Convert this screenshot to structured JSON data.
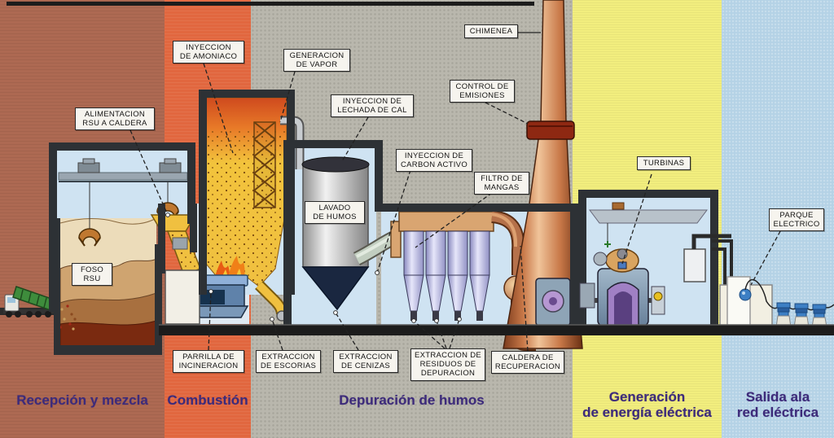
{
  "callouts": {
    "chimenea": "CHIMENEA",
    "amoniaco": "INYECCION\nDE AMONIACO",
    "vapor": "GENERACION\nDE VAPOR",
    "lechada": "INYECCION DE\nLECHADA DE CAL",
    "control_emisiones": "CONTROL DE\nEMISIONES",
    "alimentacion": "ALIMENTACION\nRSU A CALDERA",
    "carbon_activo": "INYECCION DE\nCARBON ACTIVO",
    "filtro_mangas": "FILTRO DE\nMANGAS",
    "turbinas": "TURBINAS",
    "parque_electrico": "PARQUE\nELECTRICO",
    "lavado_humos": "LAVADO\nDE HUMOS",
    "foso_rsu": "FOSO\nRSU",
    "parrilla": "PARRILLA DE\nINCINERACION",
    "escorias": "EXTRACCION\nDE ESCORIAS",
    "cenizas": "EXTRACCION\nDE CENIZAS",
    "residuos": "EXTRACCION DE\nRESIDUOS DE\nDEPURACION",
    "caldera_recuperacion": "CALDERA DE\nRECUPERACION"
  },
  "sections": {
    "recepcion": "Recepción y mezcla",
    "combustion": "Combustión",
    "depuracion": "Depuración de humos",
    "generacion": "Generación\nde energía eléctrica",
    "salida": "Salida ala\nred eléctrica"
  },
  "colors": {
    "band_reception": "#ad6952",
    "band_combustion": "#e1673f",
    "band_flue_cleaning": "#b9b7ad",
    "band_power_generation": "#f2ee7e",
    "band_grid_output": "#b4d2e6",
    "section_title_text": "#3d2b7a",
    "label_box_bg": "#f6f4ee",
    "chimney_copper": "#c87848",
    "emission_ring_red": "#8e2812",
    "furnace_yellow": "#f2c33c",
    "ground_dark": "#1c1c1c"
  }
}
